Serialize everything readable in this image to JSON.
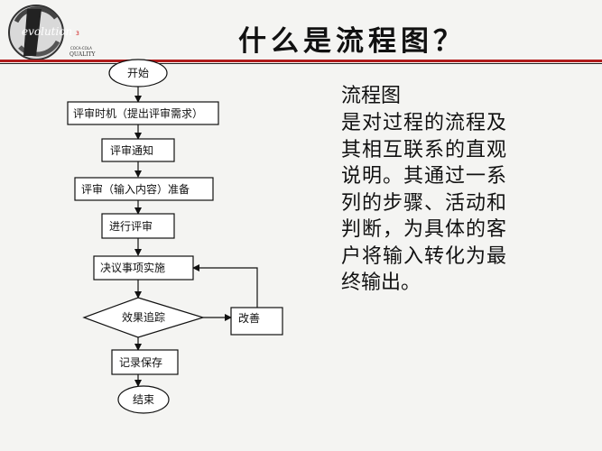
{
  "logo": {
    "brand": "evolution",
    "sub1": "COCA-COLA",
    "sub2": "QUALITY"
  },
  "title": "什么是流程图？",
  "flowchart": {
    "nodes": {
      "start": "开始",
      "step1": "评审时机（提出评审需求）",
      "step2": "评审通知",
      "step3": "评审（输入内容）准备",
      "step4": "进行评审",
      "step5": "决议事项实施",
      "decision": "效果追踪",
      "improve": "改善",
      "record": "记录保存",
      "end": "结束"
    }
  },
  "description": {
    "heading": "流程图",
    "body": "是对过程的流程及其相互联系的直观说明。其通过一系列的步骤、活动和判断，为具体的客户将输入转化为最终输出。"
  }
}
